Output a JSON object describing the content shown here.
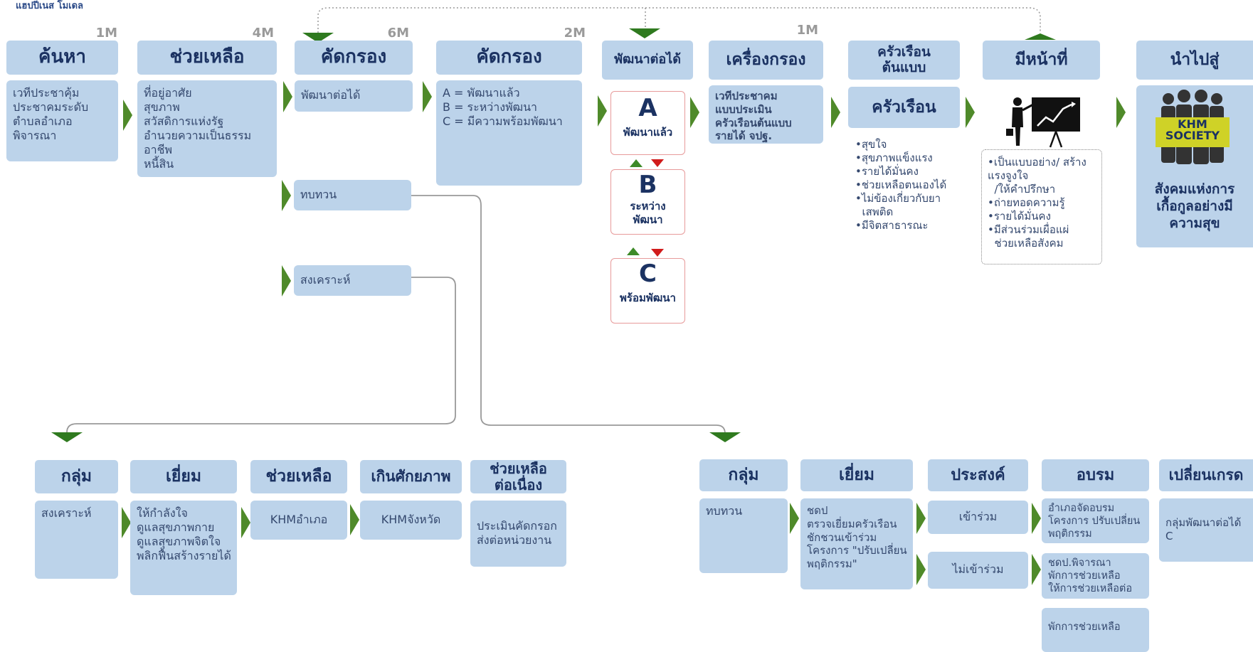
{
  "top_label": "แฮปปีเนส โมเดล",
  "colors": {
    "header_bg": "#bcd3ea",
    "box_bg": "#bcd3ea",
    "arrow_green": "#4f8a2a",
    "level_border": "#e79a9a",
    "down_red": "#d11b1b"
  },
  "top_row": {
    "steps": [
      {
        "title": "ค้นหา",
        "tag": "1M",
        "lines": [
          "เวทีประชาคุ้ม",
          "ประชาคมระดับ",
          "ตำบลอำเภอ",
          "พิจารณา"
        ]
      },
      {
        "title": "ช่วยเหลือ",
        "tag": "4M",
        "lines": [
          "ที่อยู่อาศัย",
          "สุขภาพ",
          "สวัสดิการแห่งรัฐ",
          "อำนวยความเป็นธรรม",
          "อาชีพ",
          "หนี้สิน"
        ]
      },
      {
        "title": "คัดกรอง",
        "tag": "6M",
        "branches": [
          "พัฒนาต่อได้",
          "ทบทวน",
          "สงเคราะห์"
        ]
      },
      {
        "title": "คัดกรอง",
        "tag": "2M",
        "lines": [
          "A = พัฒนาแล้ว",
          "B = ระหว่างพัฒนา",
          "C = มีความพร้อมพัฒนา"
        ]
      },
      {
        "title": "พัฒนาต่อได้",
        "tag": "",
        "levels": [
          {
            "letter": "A",
            "text": [
              "พัฒนาแล้ว"
            ]
          },
          {
            "letter": "B",
            "text": [
              "ระหว่าง",
              "พัฒนา"
            ]
          },
          {
            "letter": "C",
            "text": [
              "พร้อมพัฒนา"
            ]
          }
        ]
      },
      {
        "title": "เครื่องกรอง",
        "tag": "1M",
        "lines": [
          "เวทีประชาคม",
          "แบบประเมิน",
          "ครัวเรือนต้นแบบ",
          "รายได้ จปฐ."
        ]
      },
      {
        "title": "ครัวเรือน ต้นแบบ",
        "title_lines": [
          "ครัวเรือน",
          "ต้นแบบ"
        ],
        "tag": "",
        "sub_header": "ครัวเรือน",
        "bullets": [
          "•สุขใจ",
          "•สุขภาพแข็งแรง",
          "•รายได้มั่นคง",
          "•ช่วยเหลือตนเองได้",
          "•ไม่ข้องเกี่ยวกับยา",
          "  เสพติด",
          "•มีจิตสาธารณะ"
        ]
      },
      {
        "title": "มีหน้าที่",
        "tag": "",
        "bullets": [
          "•เป็นแบบอย่าง/ สร้าง",
          "แรงจูงใจ",
          "  /ให้คำปรึกษา",
          "•ถ่ายทอดความรู้",
          "•รายได้มั่นคง",
          "•มีส่วนร่วมเผื่อแผ่",
          "  ช่วยเหลือสังคม"
        ]
      },
      {
        "title": "นำไปสู่",
        "tag": "",
        "logo_text": [
          "KHM",
          "SOCIETY"
        ],
        "result": [
          "สังคมแห่งการ",
          "เกื้อกูลอย่างมี",
          "ความสุข"
        ]
      }
    ]
  },
  "bottom_left": {
    "steps": [
      {
        "title": "กลุ่ม",
        "lines": [
          "สงเคราะห์"
        ]
      },
      {
        "title": "เยี่ยม",
        "lines": [
          "ให้กำลังใจ",
          "ดูแลสุขภาพกาย",
          "ดูแลสุขภาพจิตใจ",
          "พลิกฟื้นสร้างรายได้"
        ]
      },
      {
        "title": "ช่วยเหลือ",
        "lines": [
          "KHMอำเภอ"
        ]
      },
      {
        "title": "เกินศักยภาพ",
        "lines": [
          "KHMจังหวัด"
        ]
      },
      {
        "title": "ช่วยเหลือ ต่อเนื่อง",
        "title_lines": [
          "ช่วยเหลือ",
          "ต่อเนื่อง"
        ],
        "lines": [
          "ประเมินคัดกรอก",
          "ส่งต่อหน่วยงาน"
        ]
      }
    ]
  },
  "bottom_right": {
    "steps": [
      {
        "title": "กลุ่ม",
        "lines": [
          "ทบทวน"
        ]
      },
      {
        "title": "เยี่ยม",
        "lines": [
          "ชดป",
          "ตรวจเยี่ยมครัวเรือน",
          "ชักชวนเข้าร่วม",
          "โครงการ \"ปรับเปลี่ยน",
          "พฤติกรรม\""
        ]
      },
      {
        "title": "ประสงค์",
        "options": [
          "เข้าร่วม",
          "ไม่เข้าร่วม"
        ]
      },
      {
        "title": "อบรม",
        "outcomes": [
          [
            "อำเภอจัดอบรม",
            "โครงการ ปรับเปลี่ยน",
            "พฤติกรรม"
          ],
          [
            "ชดป.พิจารณา",
            "พักการช่วยเหลือ",
            "ให้การช่วยเหลือต่อ"
          ],
          [
            "พักการช่วยเหลือ"
          ]
        ]
      },
      {
        "title": "เปลี่ยนเกรด",
        "lines": [
          "กลุ่มพัฒนาต่อได้",
          "C"
        ]
      }
    ]
  }
}
